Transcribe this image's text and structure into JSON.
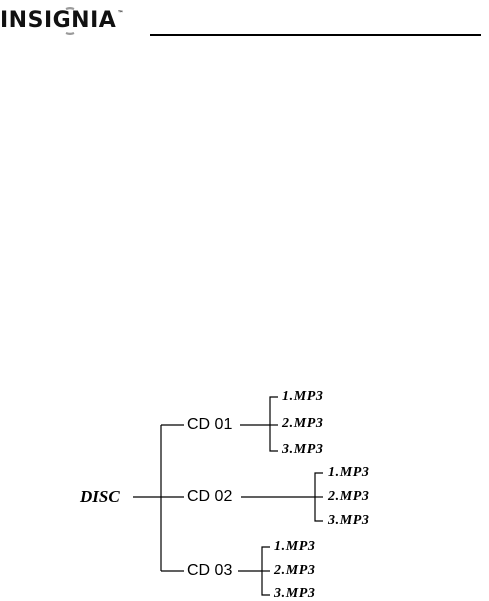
{
  "header": {
    "brand": "INSIGNIA",
    "trademark": "™"
  },
  "tree": {
    "root": "DISC",
    "folders": [
      {
        "label": "CD 01",
        "files": [
          "1.MP3",
          "2.MP3",
          "3.MP3"
        ]
      },
      {
        "label": "CD 02",
        "files": [
          "1.MP3",
          "2.MP3",
          "3.MP3"
        ]
      },
      {
        "label": "CD 03",
        "files": [
          "1.MP3",
          "2.MP3",
          "3.MP3"
        ]
      }
    ]
  }
}
